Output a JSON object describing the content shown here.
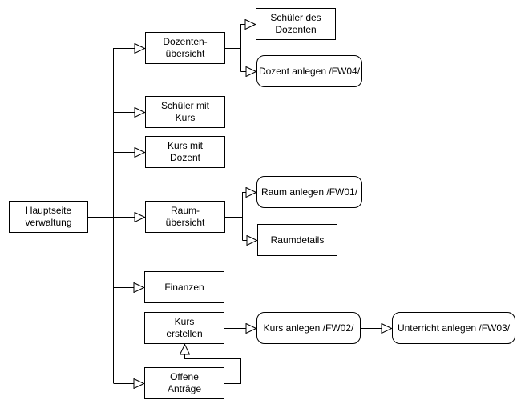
{
  "diagram": {
    "type": "sitemap-flowchart",
    "colors": {
      "stroke": "#000000",
      "node_fill": "#ffffff",
      "text": "#000000"
    },
    "nodes": {
      "hauptseite": {
        "label": "Hauptseite\nverwaltung",
        "shape": "rect"
      },
      "dozenten_uebersicht": {
        "label": "Dozenten-\nübersicht",
        "shape": "rect"
      },
      "schueler_mit_kurs": {
        "label": "Schüler mit\nKurs",
        "shape": "rect"
      },
      "kurs_mit_dozent": {
        "label": "Kurs mit\nDozent",
        "shape": "rect"
      },
      "raum_uebersicht": {
        "label": "Raum-\nübersicht",
        "shape": "rect"
      },
      "finanzen": {
        "label": "Finanzen",
        "shape": "rect"
      },
      "kurs_erstellen": {
        "label": "Kurs\nerstellen",
        "shape": "rect"
      },
      "offene_antraege": {
        "label": "Offene\nAnträge",
        "shape": "rect"
      },
      "schueler_des_dozenten": {
        "label": "Schüler des\nDozenten",
        "shape": "rect"
      },
      "dozent_anlegen": {
        "label": "Dozent anlegen /FW04/",
        "shape": "rounded"
      },
      "raum_anlegen": {
        "label": "Raum anlegen /FW01/",
        "shape": "rounded"
      },
      "raumdetails": {
        "label": "Raumdetails",
        "shape": "rect"
      },
      "kurs_anlegen": {
        "label": "Kurs anlegen /FW02/",
        "shape": "rounded"
      },
      "unterricht_anlegen": {
        "label": "Unterricht anlegen /FW03/",
        "shape": "rounded"
      }
    },
    "edges": [
      {
        "from": "hauptseite",
        "to": "raum_uebersicht",
        "arrow": "open-triangle"
      },
      {
        "from": "hauptseite",
        "to": "dozenten_uebersicht",
        "arrow": "open-triangle"
      },
      {
        "from": "hauptseite",
        "to": "schueler_mit_kurs",
        "arrow": "open-triangle"
      },
      {
        "from": "hauptseite",
        "to": "kurs_mit_dozent",
        "arrow": "open-triangle"
      },
      {
        "from": "hauptseite",
        "to": "finanzen",
        "arrow": "open-triangle"
      },
      {
        "from": "hauptseite",
        "to": "offene_antraege",
        "arrow": "open-triangle"
      },
      {
        "from": "dozenten_uebersicht",
        "to": "schueler_des_dozenten",
        "arrow": "open-triangle"
      },
      {
        "from": "dozenten_uebersicht",
        "to": "dozent_anlegen",
        "arrow": "open-triangle"
      },
      {
        "from": "raum_uebersicht",
        "to": "raum_anlegen",
        "arrow": "open-triangle"
      },
      {
        "from": "raum_uebersicht",
        "to": "raumdetails",
        "arrow": "open-triangle"
      },
      {
        "from": "kurs_erstellen",
        "to": "kurs_anlegen",
        "arrow": "open-triangle"
      },
      {
        "from": "kurs_anlegen",
        "to": "unterricht_anlegen",
        "arrow": "open-triangle"
      },
      {
        "from": "offene_antraege",
        "to": "kurs_erstellen",
        "arrow": "open-triangle"
      }
    ]
  }
}
